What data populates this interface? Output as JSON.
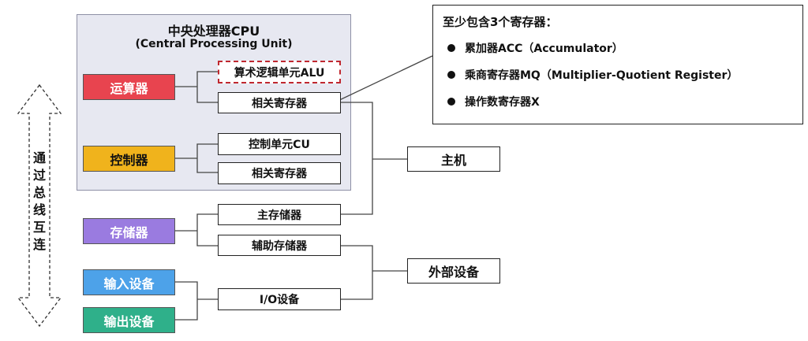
{
  "cpu": {
    "title": "中央处理器CPU",
    "subtitle": "(Central Processing Unit)"
  },
  "components": {
    "alu_group": "运算器",
    "control_group": "控制器",
    "storage_group": "存储器",
    "input_device": "输入设备",
    "output_device": "输出设备"
  },
  "sub_components": {
    "alu": "算术逻辑单元ALU",
    "alu_registers": "相关寄存器",
    "cu": "控制单元CU",
    "cu_registers": "相关寄存器",
    "main_memory": "主存储器",
    "aux_memory": "辅助存储器",
    "io_devices": "I/O设备"
  },
  "groups": {
    "host": "主机",
    "external": "外部设备"
  },
  "side_label": [
    "通",
    "过",
    "总",
    "线",
    "互",
    "连"
  ],
  "info": {
    "heading": "至少包含3个寄存器：",
    "items": [
      "累加器ACC（Accumulator）",
      "乘商寄存器MQ（Multiplier-Quotient Register）",
      "操作数寄存器X"
    ]
  },
  "colors": {
    "alu_group": "#e8444f",
    "control_group": "#f0b31c",
    "storage_group": "#9a7be0",
    "input_device": "#4da2e9",
    "output_device": "#2fb08a",
    "cpu_background": "#e7e8f1",
    "alu_dashed_border": "#c0282f"
  }
}
